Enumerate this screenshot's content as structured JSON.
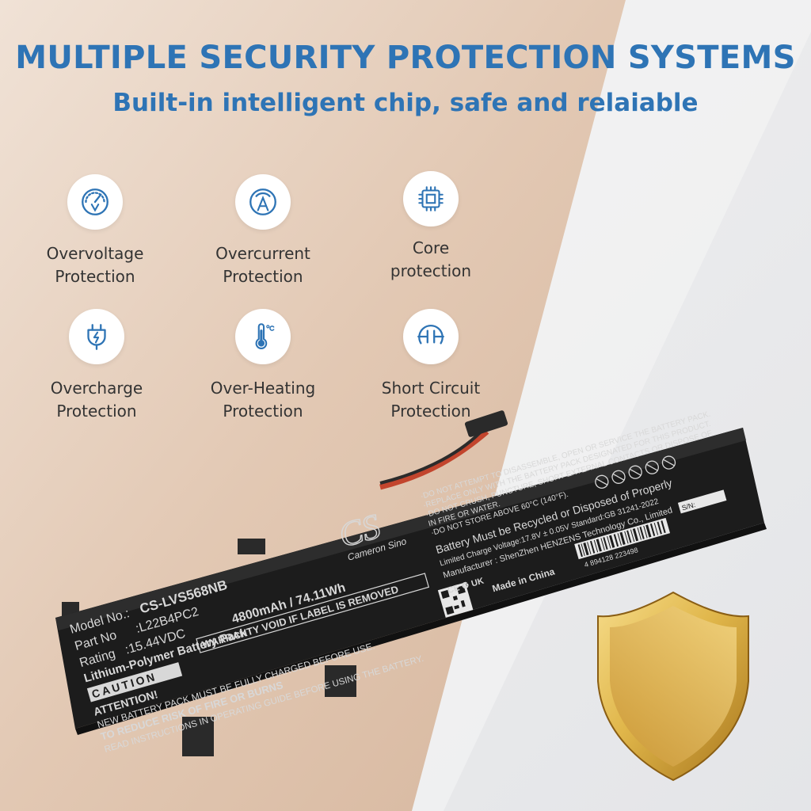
{
  "header": {
    "title": "MULTIPLE SECURITY PROTECTION SYSTEMS",
    "subtitle": "Built-in intelligent chip, safe and relaiable"
  },
  "features": [
    {
      "line1": "Overvoltage",
      "line2": "Protection",
      "icon": "gauge-v-icon"
    },
    {
      "line1": "Overcurrent",
      "line2": "Protection",
      "icon": "current-a-icon"
    },
    {
      "line1": "Core",
      "line2": "protection",
      "icon": "chip-icon"
    },
    {
      "line1": "Overcharge",
      "line2": "Protection",
      "icon": "plug-bolt-icon"
    },
    {
      "line1": "Over-Heating",
      "line2": "Protection",
      "icon": "thermometer-icon"
    },
    {
      "line1": "Short Circuit",
      "line2": "Protection",
      "icon": "capacitor-icon"
    }
  ],
  "battery": {
    "model_label": "Model No.:",
    "model_value": "CS-LVS568NB",
    "part_label": "Part No",
    "part_value": ":L22B4PC2",
    "rating_label": "Rating",
    "rating_value": ":15.44VDC",
    "capacity": "4800mAh / 74.11Wh",
    "chemistry": "Lithium-Polymer Battery Pack",
    "warranty": "WARRANTY VOID IF LABEL IS REMOVED",
    "caution": "CAUTION",
    "attention": "ATTENTION!",
    "line_charge": "NEW BATTERY PACK MUST BE FULLY CHARGED BEFORE USE.",
    "line_fire": "TO REDUCE RISK OF FIRE OR BURNS",
    "line_guide": "READ INSTRUCTIONS IN OPERATING GUIDE BEFORE USING THE BATTERY.",
    "brand_initials": "CS",
    "brand_name": "Cameron Sino",
    "warn_1": "·DO NOT ATTEMPT TO DISASSEMBLE, OPEN OR SERVICE THE BATTERY PACK.",
    "warn_2": "·REPLACE ONLY WITH THE BATTERY PACK DESIGNATED FOR THIS PRODUCT.",
    "warn_3": "·DO NOT CRUSH, PUNCTURE, SHORT EXTERNAL CONTACTS OR DISPOSE OF",
    "warn_4": "IN FIRE OR WATER.",
    "warn_5": "·DO NOT STORE ABOVE 60°C (140°F).",
    "recycle": "Battery Must be Recycled or Disposed of Properly",
    "charge_voltage": "Limited Charge Voltage:17.8V ± 0.05V   Standard:GB 31241-2022",
    "manufacturer": "Manufacturer : ShenZhen HENZENS Technology Co., Limited",
    "sn_label": "S/N:",
    "made_in": "Made in China",
    "barcode_number": "4 894128 223498"
  },
  "colors": {
    "accent": "#2e74b5",
    "text": "#333333",
    "battery": "#1c1c1c",
    "shield_gold": "#e0b64a"
  }
}
